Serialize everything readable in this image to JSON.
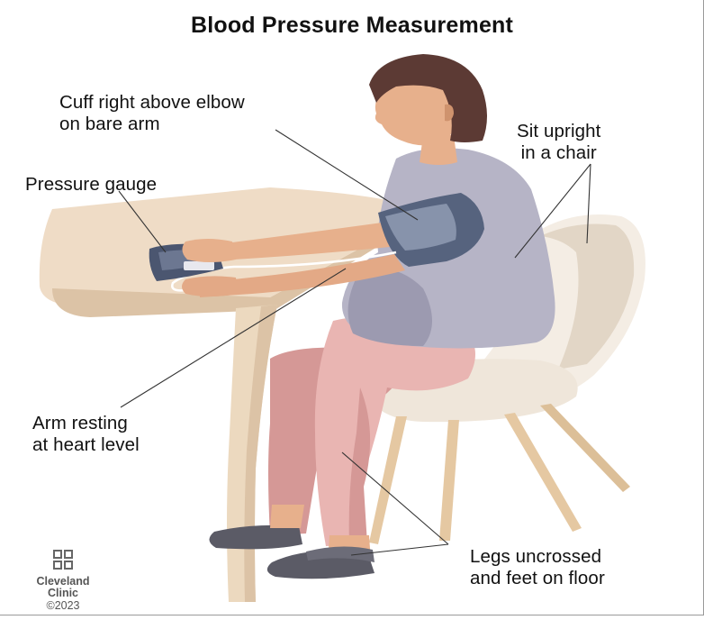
{
  "title": "Blood Pressure Measurement",
  "labels": {
    "cuff": "Cuff right above elbow\non bare arm",
    "sit": "Sit upright\nin a chair",
    "gauge": "Pressure gauge",
    "arm": "Arm resting\nat heart level",
    "legs": "Legs uncrossed\nand feet on floor"
  },
  "logo": {
    "line1": "Cleveland",
    "line2": "Clinic",
    "copyright": "©2023"
  },
  "colors": {
    "skin": "#e7b08c",
    "skin_shadow": "#cf936e",
    "hair": "#5c3a34",
    "shirt": "#b6b4c6",
    "shirt_shadow": "#9c9ab0",
    "pants": "#e9b5b2",
    "pants_shadow": "#d59896",
    "table": "#efdcc6",
    "table_shadow": "#dcc3a6",
    "chair": "#f4ede4",
    "chair_shadow": "#e2d6c6",
    "chair_legs": "#e5c8a2",
    "cuff": "#56637e",
    "cuff_light": "#8793ab",
    "gauge": "#4b5670",
    "slippers": "#5b5b66",
    "leader_line": "#333333"
  }
}
